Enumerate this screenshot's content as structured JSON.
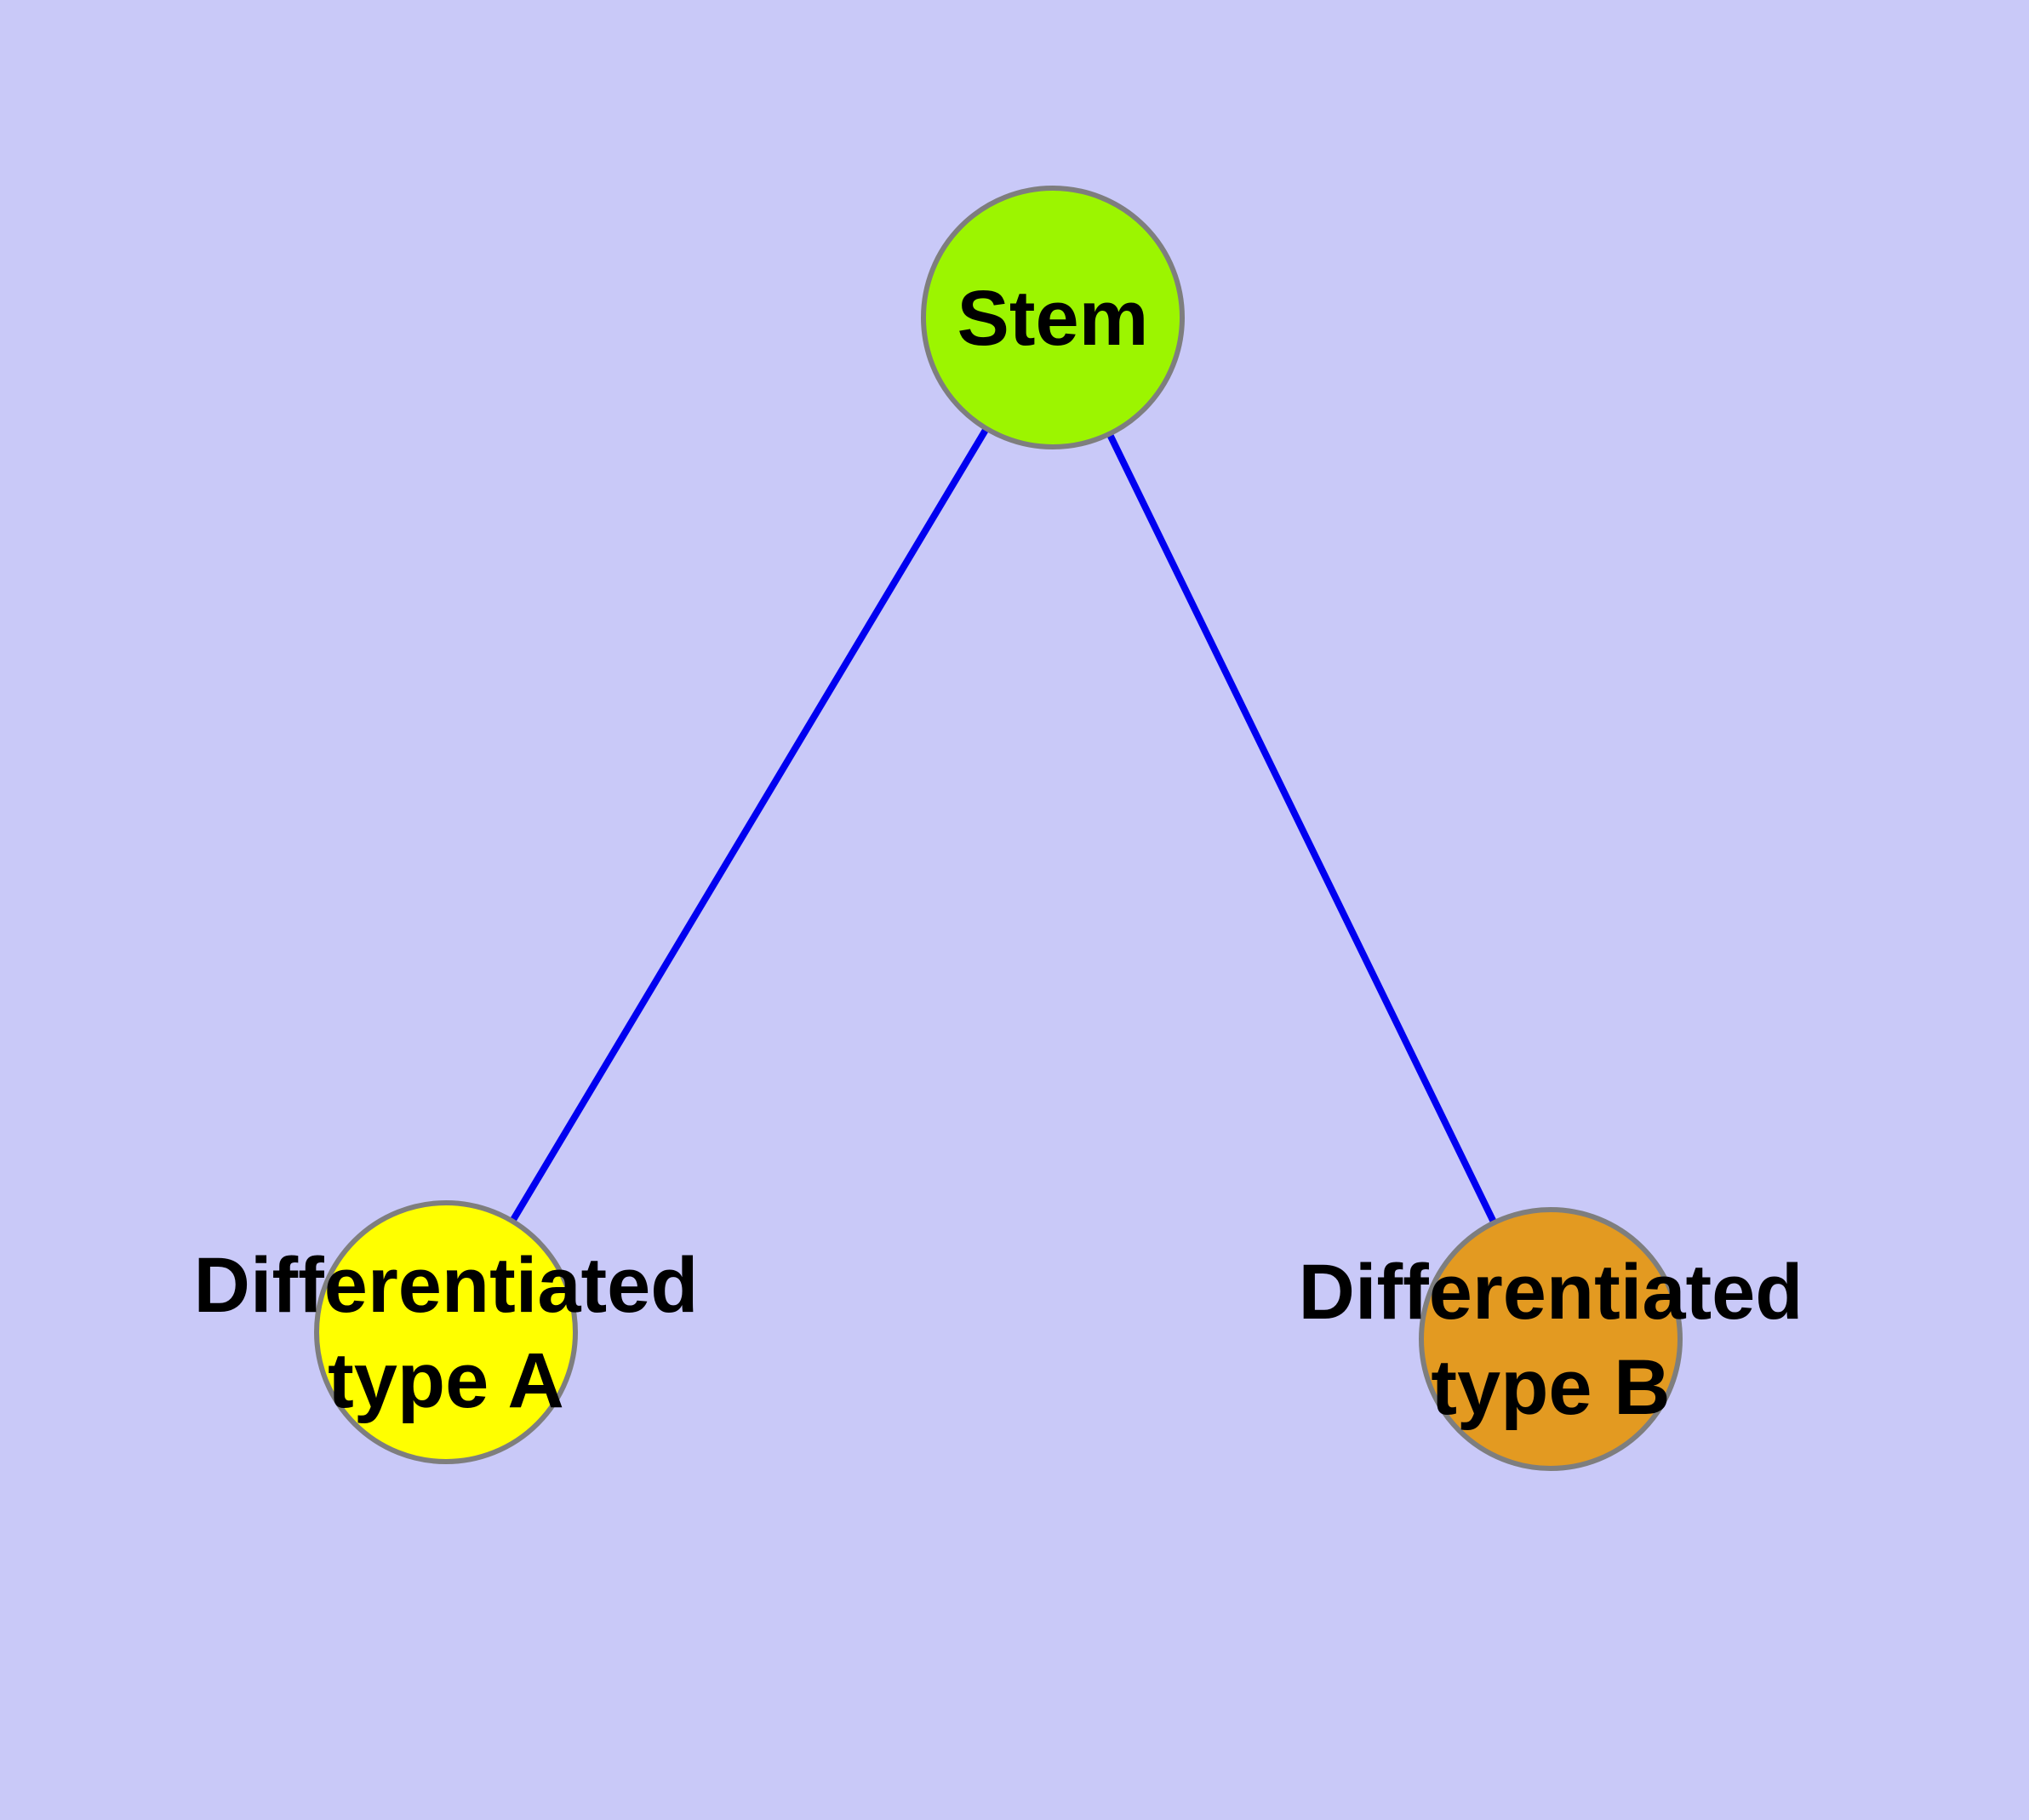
{
  "diagram": {
    "background_color": "#C9C9F8",
    "edge_color": "#0000F0",
    "node_border_color": "#7E7E7E",
    "text_color": "#000000",
    "nodes": [
      {
        "id": "stem",
        "label": "Stem",
        "fill": "#9CF500"
      },
      {
        "id": "differentiated-type-a",
        "label": "Differentiated type A",
        "label_line1": "Differentiated",
        "label_line2": "type A",
        "fill": "#FFFF00"
      },
      {
        "id": "differentiated-type-b",
        "label": "Differentiated type B",
        "label_line1": "Differentiated",
        "label_line2": "type B",
        "fill": "#E39A21"
      }
    ],
    "edges": [
      {
        "from": "stem",
        "to": "differentiated-type-a"
      },
      {
        "from": "stem",
        "to": "differentiated-type-b"
      }
    ]
  }
}
